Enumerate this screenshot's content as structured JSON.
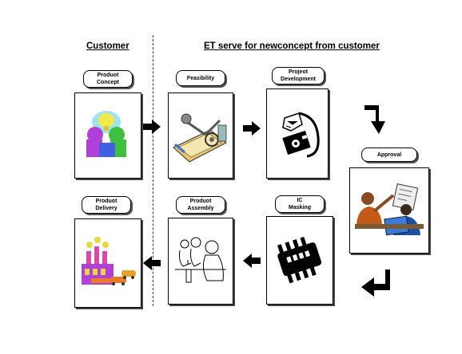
{
  "headers": {
    "customer": "Customer",
    "et": "ET serve for newconcept from customer"
  },
  "steps": {
    "product_concept": "Produot\nConcept",
    "feasibility": "Feasibility",
    "project_development": "Projeot\nDevelopment",
    "approval": "Approval",
    "ic_masking": "IC\nMasking",
    "product_assembly": "Produot\nAssembly",
    "product_delivery": "Produot\nDelivery"
  },
  "icons": {
    "product_concept": "people-lightbulb-icon",
    "feasibility": "drafting-table-icon",
    "project_development": "circuit-board-icon",
    "approval": "engineers-meeting-icon",
    "ic_masking": "ic-chip-icon",
    "product_assembly": "assembly-workers-icon",
    "product_delivery": "factory-delivery-icon"
  },
  "colors": {
    "arrow": "#000000",
    "border": "#000000"
  }
}
